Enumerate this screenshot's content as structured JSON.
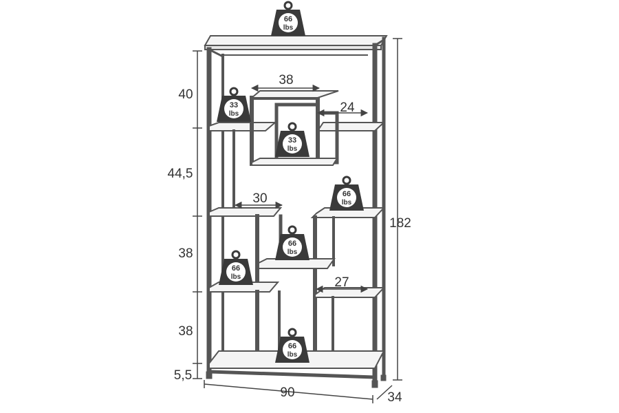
{
  "dimensions": {
    "top_section_height": "40",
    "second_section_height": "44,5",
    "third_section_height": "38",
    "fourth_section_height": "38",
    "foot_height": "5,5",
    "total_height": "182",
    "total_width": "90",
    "depth": "34",
    "upper_cube_width": "38",
    "upper_right_shelf_width": "24",
    "middle_left_shelf_width": "30",
    "lower_right_shelf_width": "27"
  },
  "weights": {
    "top": {
      "value": "66",
      "unit": "lbs"
    },
    "upper_left": {
      "value": "33",
      "unit": "lbs"
    },
    "upper_cube": {
      "value": "33",
      "unit": "lbs"
    },
    "middle_right": {
      "value": "66",
      "unit": "lbs"
    },
    "middle_center": {
      "value": "66",
      "unit": "lbs"
    },
    "lower_left": {
      "value": "66",
      "unit": "lbs"
    },
    "bottom": {
      "value": "66",
      "unit": "lbs"
    }
  },
  "colors": {
    "frame": "#555555",
    "shelf": "#f4f4f4",
    "weight_body": "#3a3a3a",
    "weight_face": "#ffffff",
    "dimension_line": "#444444",
    "text": "#333333"
  }
}
